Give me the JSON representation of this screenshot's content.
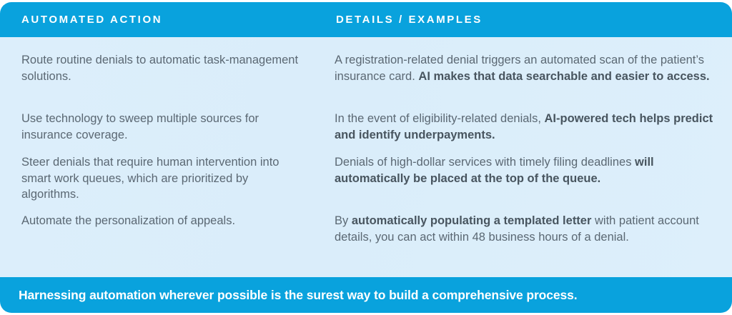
{
  "card": {
    "accent_color": "#09A2DD",
    "body_background": "#dceefb",
    "body_text_color": "#5b6873",
    "header_text_color": "#ffffff"
  },
  "header": {
    "columns": [
      {
        "label": "AUTOMATED ACTION"
      },
      {
        "label": "DETAILS / EXAMPLES"
      }
    ]
  },
  "rows": [
    {
      "action": "Route routine denials to automatic task-management solutions.",
      "detail_plain_1": "A registration-related denial triggers an automated scan of the patient’s insurance card. ",
      "detail_bold_1": "AI makes that data searchable and easier to access.",
      "detail_plain_2": ""
    },
    {
      "action": "Use technology to sweep multiple sources for insurance coverage.",
      "detail_plain_1": "In the event of eligibility-related denials, ",
      "detail_bold_1": "AI-powered tech helps predict and identify underpayments.",
      "detail_plain_2": ""
    },
    {
      "action": "Steer denials that require human intervention into smart work queues, which are prioritized by algorithms.",
      "detail_plain_1": "Denials of high-dollar services with timely filing deadlines ",
      "detail_bold_1": "will automatically be placed at the top of the queue.",
      "detail_plain_2": ""
    },
    {
      "action": "Automate the personalization of appeals.",
      "detail_plain_1": "By ",
      "detail_bold_1": "automatically populating a templated letter",
      "detail_plain_2": " with patient account details, you can act within 48 business hours of a denial."
    }
  ],
  "footer": {
    "text": "Harnessing automation wherever possible is the surest way to build a comprehensive process."
  }
}
